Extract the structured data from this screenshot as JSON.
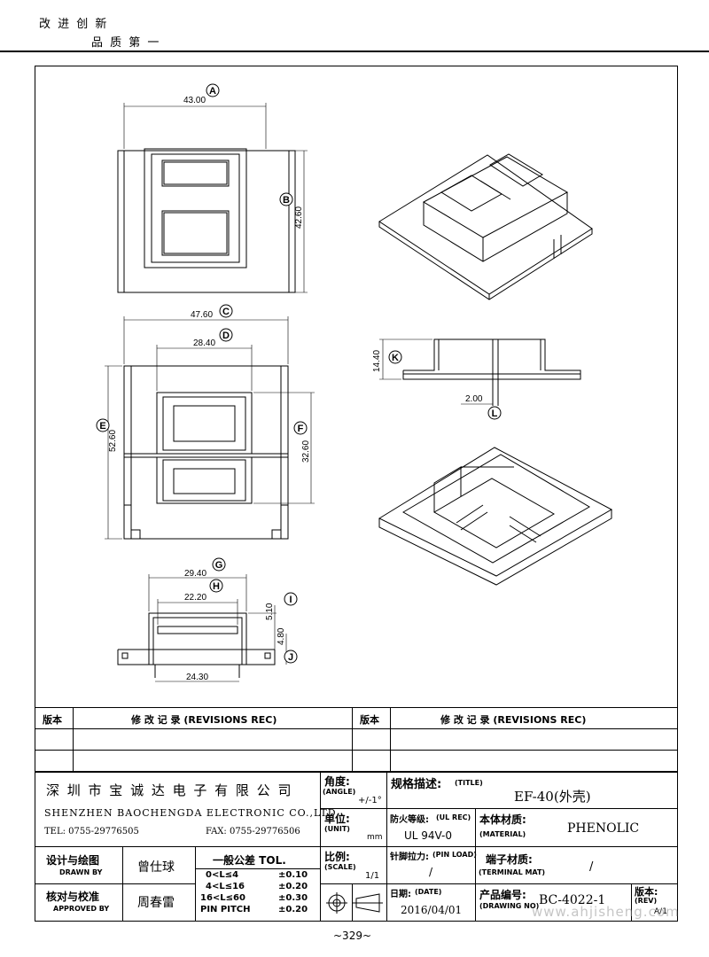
{
  "header": {
    "slogan1": "改 进 创 新",
    "slogan2": "品 质 第 一"
  },
  "drawing": {
    "dims": {
      "A": "43.00",
      "B": "42.60",
      "C": "47.60",
      "D": "28.40",
      "E": "52.60",
      "F": "32.60",
      "G": "29.40",
      "H": "22.20",
      "I": "5.10",
      "J": "4.80",
      "K": "14.40",
      "L": "2.00",
      "bottom": "24.30"
    },
    "letters": [
      "A",
      "B",
      "C",
      "D",
      "E",
      "F",
      "G",
      "H",
      "I",
      "J",
      "K",
      "L"
    ]
  },
  "revisions": {
    "col_ver": "版本",
    "col_rec": "修 改 记 录  (REVISIONS REC)"
  },
  "title_block": {
    "company_cn": "深 圳 市 宝 诚 达 电 子 有 限 公 司",
    "company_en": "SHENZHEN BAOCHENGDA ELECTRONIC CO.,LTD",
    "tel": "TEL: 0755-29776505",
    "fax": "FAX: 0755-29776506",
    "angle_cn": "角度:",
    "angle_en": "(ANGLE)",
    "angle_val": "+/-1°",
    "title_cn": "规格描述:",
    "title_en": "(TITLE)",
    "title_val": "EF-40(外壳)",
    "unit_cn": "单位:",
    "unit_en": "(UNIT)",
    "unit_val": "mm",
    "ulrec_cn": "防火等级:",
    "ulrec_en": "(UL REC)",
    "ulrec_val": "UL 94V-0",
    "material_cn": "本体材质:",
    "material_en": "(MATERIAL)",
    "material_val": "PHENOLIC",
    "drawn_cn": "设计与绘图",
    "drawn_en": "DRAWN BY",
    "drawn_val": "曾仕球",
    "approved_cn": "核对与校准",
    "approved_en": "APPROVED BY",
    "approved_val": "周春雷",
    "tol_title": "一般公差  TOL.",
    "tol_rows": [
      {
        "range": "0<L≤4",
        "val": "±0.10"
      },
      {
        "range": "4<L≤16",
        "val": "±0.20"
      },
      {
        "range": "16<L≤60",
        "val": "±0.30"
      },
      {
        "range": "PIN PITCH",
        "val": "±0.20"
      }
    ],
    "scale_cn": "比例:",
    "scale_en": "(SCALE)",
    "scale_val": "1/1",
    "pinload_cn": "针脚拉力:",
    "pinload_en": "(PIN LOAD)",
    "pinload_val": "/",
    "terminal_cn": "端子材质:",
    "terminal_en": "(TERMINAL MAT)",
    "terminal_val": "/",
    "date_cn": "日期:",
    "date_en": "(DATE)",
    "date_val": "2016/04/01",
    "drawingno_cn": "产品编号:",
    "drawingno_en": "(DRAWING NO)",
    "drawingno_val": "BC-4022-1",
    "rev_cn": "版本:",
    "rev_en": "(REV)",
    "rev_val": "A/1"
  },
  "watermark": "www.ahjisheng.com",
  "page_number": "~329~"
}
